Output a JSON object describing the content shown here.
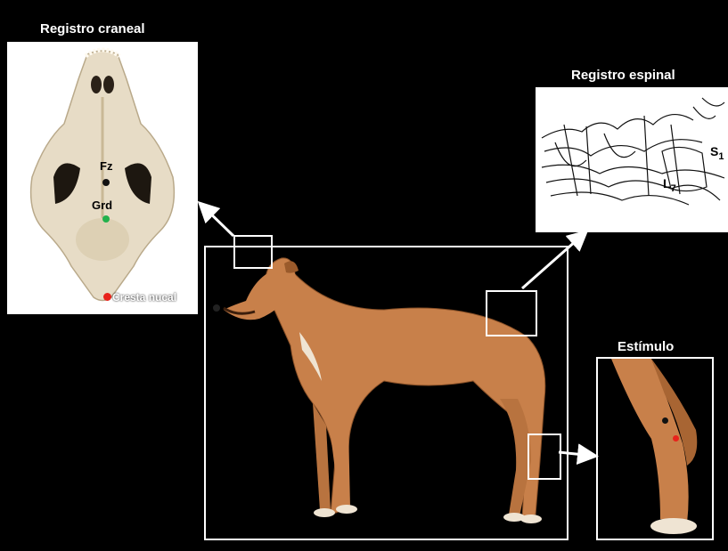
{
  "cranial": {
    "title": "Registro craneal",
    "labels": {
      "fz": "Fz",
      "grd": "Grd",
      "crest": "Cresta nucal"
    }
  },
  "spinal": {
    "title": "Registro espinal",
    "labels": {
      "s1_base": "S",
      "s1_sub": "1",
      "l7_base": "L",
      "l7_sub": "7"
    }
  },
  "stimulus": {
    "title": "Estímulo"
  },
  "colors": {
    "fz_dot": "#111111",
    "grd_dot": "#22b14c",
    "crest_dot": "#e8221b",
    "stim_black": "#111111",
    "stim_red": "#e8221b",
    "dog_fur": "#c8804a",
    "bone": "#e7dcc6",
    "frame": "#ffffff"
  }
}
